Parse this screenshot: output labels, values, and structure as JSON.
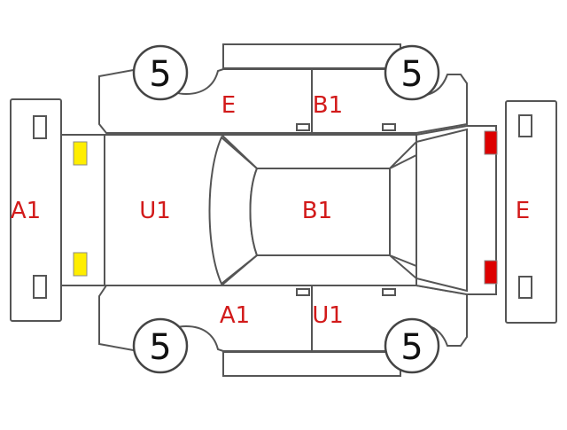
{
  "diagram": {
    "colors": {
      "outline": "#555555",
      "code_text": "#d21a1a",
      "headlight": "#ffee00",
      "taillight": "#dd0000"
    },
    "tires": {
      "front_top": "5",
      "rear_top": "5",
      "front_bottom": "5",
      "rear_bottom": "5"
    },
    "codes": {
      "front_bumper": "A1",
      "hood": "U1",
      "roof": "B1",
      "rear_bumper": "E",
      "upper_front_door": "E",
      "upper_rear_door": "B1",
      "lower_front_door": "A1",
      "lower_rear_door": "U1"
    }
  }
}
